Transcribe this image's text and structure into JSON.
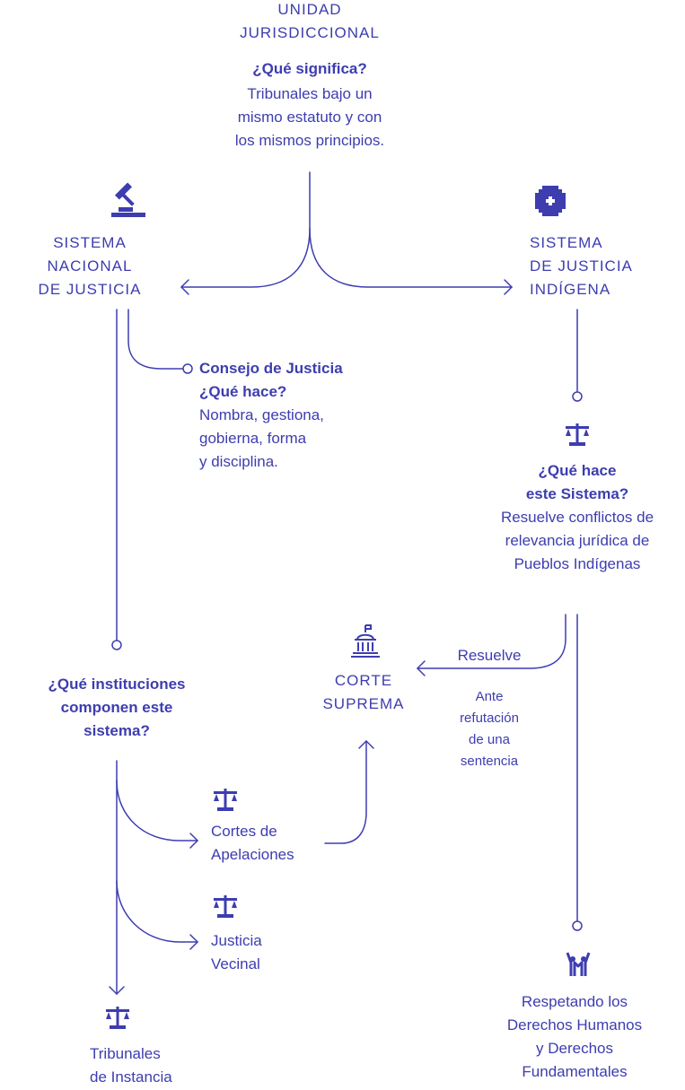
{
  "header": {
    "title_1": "UNIDAD",
    "title_2": "JURISDICCIONAL",
    "question": "¿Qué significa?",
    "desc_1": "Tribunales bajo un",
    "desc_2": "mismo estatuto y con",
    "desc_3": "los mismos principios."
  },
  "nacional": {
    "l1": "SISTEMA",
    "l2": "NACIONAL",
    "l3": "DE JUSTICIA"
  },
  "indigena": {
    "l1": "SISTEMA",
    "l2": "DE JUSTICIA",
    "l3": "INDÍGENA"
  },
  "consejo": {
    "title": "Consejo de Justicia",
    "question": "¿Qué hace?",
    "d1": "Nombra, gestiona,",
    "d2": "gobierna, forma",
    "d3": "y disciplina."
  },
  "indigena_func": {
    "q1": "¿Qué hace",
    "q2": "este Sistema?",
    "d1": "Resuelve conflictos de",
    "d2": "relevancia jurídica de",
    "d3": "Pueblos Indígenas"
  },
  "instituciones": {
    "q1": "¿Qué instituciones",
    "q2": "componen este",
    "q3": "sistema?"
  },
  "corte": {
    "l1": "CORTE",
    "l2": "SUPREMA"
  },
  "resuelve": "Resuelve",
  "ante": {
    "l1": "Ante",
    "l2": "refutación",
    "l3": "de una",
    "l4": "sentencia"
  },
  "cortes_apel": {
    "l1": "Cortes de",
    "l2": "Apelaciones"
  },
  "justicia_vecinal": {
    "l1": "Justicia",
    "l2": "Vecinal"
  },
  "tribunales": {
    "l1": "Tribunales",
    "l2": "de Instancia"
  },
  "derechos": {
    "l1": "Respetando los",
    "l2": "Derechos Humanos",
    "l3": "y Derechos",
    "l4": "Fundamentales"
  },
  "colors": {
    "accent": "#3d3db0",
    "background": "#ffffff"
  },
  "icons": [
    "gavel-icon",
    "indigenous-emblem-icon",
    "scales-icon",
    "supreme-court-building-icon",
    "people-raising-arms-icon"
  ]
}
